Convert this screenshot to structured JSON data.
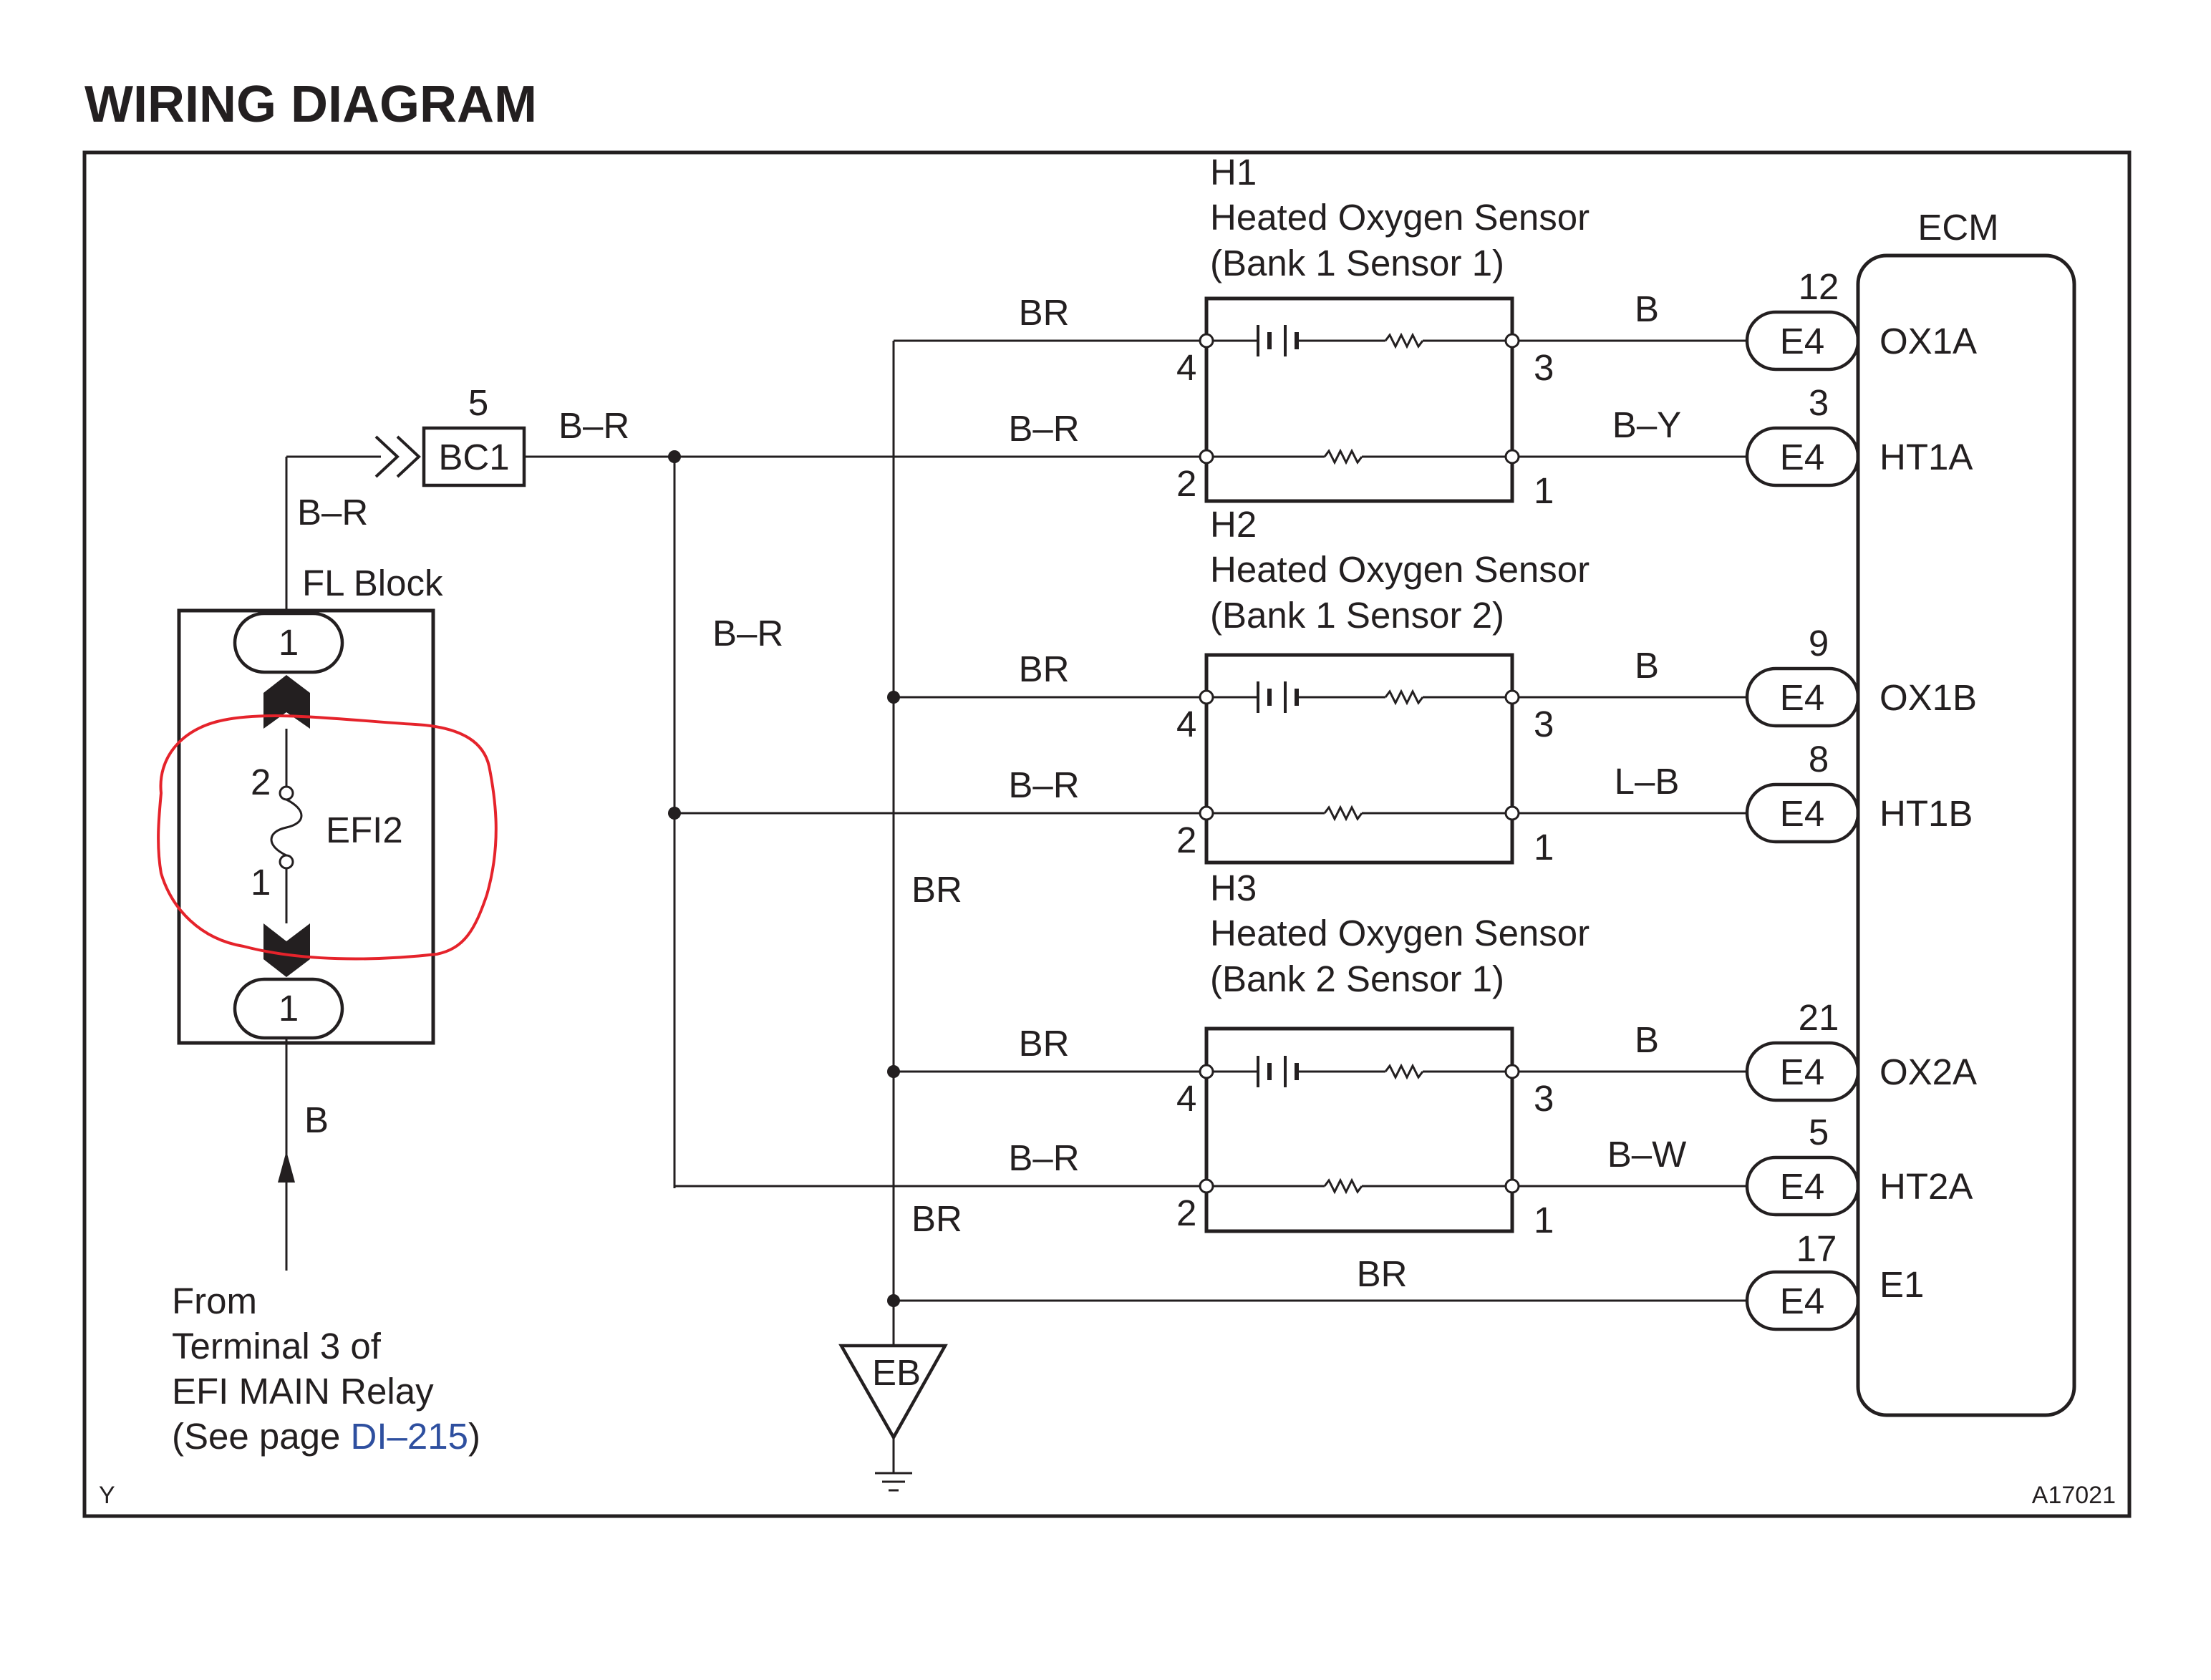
{
  "title": "WIRING DIAGRAM",
  "figure_id": "A17021",
  "corner_letter": "Y",
  "source": {
    "from_lines": [
      "From",
      "Terminal 3 of",
      "EFI MAIN Relay"
    ],
    "see_page_prefix": "(See page ",
    "see_page_link": "DI–215",
    "see_page_suffix": ")",
    "wire_color": "B",
    "link_color": "#2e4f9f"
  },
  "fl_block": {
    "label": "FL Block",
    "top_pin": "1",
    "bottom_pin": "1",
    "fuse_name": "EFI2",
    "fuse_pin_top": "2",
    "fuse_pin_bottom": "1",
    "wire_up": "B–R"
  },
  "junction": {
    "id": "BC1",
    "pin": "5",
    "wire_out": "B–R"
  },
  "ground": {
    "label": "EB"
  },
  "ecm": {
    "label": "ECM"
  },
  "sensors": [
    {
      "id": "H1",
      "name": "Heated Oxygen Sensor",
      "position": "(Bank 1 Sensor 1)",
      "pin_top_left": "4",
      "pin_top_right": "3",
      "pin_bottom_left": "2",
      "pin_bottom_right": "1",
      "wire_ground": "BR",
      "wire_power": "B–R",
      "signal": {
        "wire": "B",
        "connector": "E4",
        "pin": "12",
        "terminal": "OX1A"
      },
      "heater": {
        "wire": "B–Y",
        "connector": "E4",
        "pin": "3",
        "terminal": "HT1A"
      }
    },
    {
      "id": "H2",
      "name": "Heated Oxygen Sensor",
      "position": "(Bank 1 Sensor 2)",
      "pin_top_left": "4",
      "pin_top_right": "3",
      "pin_bottom_left": "2",
      "pin_bottom_right": "1",
      "wire_ground": "BR",
      "wire_power": "B–R",
      "signal": {
        "wire": "B",
        "connector": "E4",
        "pin": "9",
        "terminal": "OX1B"
      },
      "heater": {
        "wire": "L–B",
        "connector": "E4",
        "pin": "8",
        "terminal": "HT1B"
      }
    },
    {
      "id": "H3",
      "name": "Heated Oxygen Sensor",
      "position": "(Bank 2 Sensor 1)",
      "pin_top_left": "4",
      "pin_top_right": "3",
      "pin_bottom_left": "2",
      "pin_bottom_right": "1",
      "wire_ground": "BR",
      "wire_power": "B–R",
      "signal": {
        "wire": "B",
        "connector": "E4",
        "pin": "21",
        "terminal": "OX2A"
      },
      "heater": {
        "wire": "B–W",
        "connector": "E4",
        "pin": "5",
        "terminal": "HT2A"
      }
    }
  ],
  "bus_labels": {
    "power_bus": "B–R",
    "ground_bus_1": "BR",
    "ground_bus_2": "BR"
  },
  "ecm_ground": {
    "wire": "BR",
    "connector": "E4",
    "pin": "17",
    "terminal": "E1"
  },
  "annotation": {
    "color": "#e5232b"
  }
}
